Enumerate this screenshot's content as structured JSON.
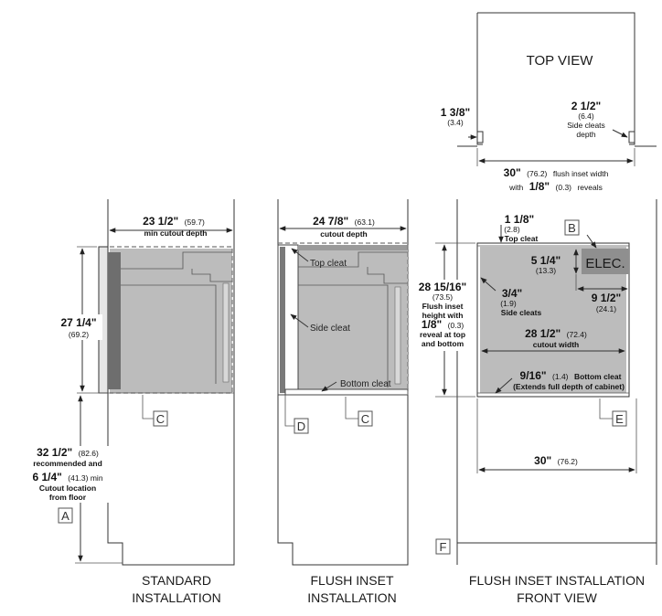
{
  "top_view": {
    "title": "TOP VIEW",
    "left_dim": "1 3/8\"",
    "left_dim_metric": "(3.4)",
    "right_dim": "2 1/2\"",
    "right_dim_metric": "(6.4)",
    "right_note_1": "Side cleats",
    "right_note_2": "depth",
    "width_main": "30\"",
    "width_metric": "(76.2)",
    "width_text": "flush inset width",
    "width_line2_pre": "with",
    "width_line2_val": "1/8\"",
    "width_line2_metric": "(0.3)",
    "width_line2_post": "reveals"
  },
  "standard": {
    "depth_main": "23 1/2\"",
    "depth_metric": "(59.7)",
    "depth_label": "min cutout depth",
    "height_main": "27 1/4\"",
    "height_metric": "(69.2)",
    "floor_main": "32 1/2\"",
    "floor_metric": "(82.6)",
    "floor_rec": "recommended and",
    "floor_min_main": "6 1/4\"",
    "floor_min_metric": "(41.3) min",
    "floor_loc_1": "Cutout location",
    "floor_loc_2": "from floor",
    "label_a": "A",
    "label_c": "C",
    "caption_1": "STANDARD",
    "caption_2": "INSTALLATION"
  },
  "flush": {
    "depth_main": "24 7/8\"",
    "depth_metric": "(63.1)",
    "depth_label": "cutout depth",
    "top_cleat": "Top cleat",
    "side_cleat": "Side cleat",
    "bottom_cleat": "Bottom cleat",
    "label_d": "D",
    "label_c": "C",
    "caption_1": "FLUSH INSET",
    "caption_2": "INSTALLATION"
  },
  "front": {
    "top_cleat_main": "1 1/8\"",
    "top_cleat_metric": "(2.8)",
    "top_cleat_label": "Top cleat",
    "label_b": "B",
    "elec": "ELEC.",
    "elec_h_main": "5 1/4\"",
    "elec_h_metric": "(13.3)",
    "elec_w_main": "9 1/2\"",
    "elec_w_metric": "(24.1)",
    "height_main": "28 15/16\"",
    "height_metric": "(73.5)",
    "height_note_1": "Flush inset",
    "height_note_2": "height with",
    "height_reveal": "1/8\"",
    "height_reveal_metric": "(0.3)",
    "height_note_3": "reveal at top",
    "height_note_4": "and bottom",
    "side_cleat_main": "3/4\"",
    "side_cleat_metric": "(1.9)",
    "side_cleat_label": "Side cleats",
    "cutout_main": "28 1/2\"",
    "cutout_metric": "(72.4)",
    "cutout_label": "cutout width",
    "bottom_main": "9/16\"",
    "bottom_metric": "(1.4)",
    "bottom_label": "Bottom cleat",
    "bottom_note": "(Extends full depth of cabinet)",
    "label_e": "E",
    "width_main": "30\"",
    "width_metric": "(76.2)",
    "label_f": "F",
    "caption_1": "FLUSH INSET INSTALLATION",
    "caption_2": "FRONT VIEW"
  }
}
